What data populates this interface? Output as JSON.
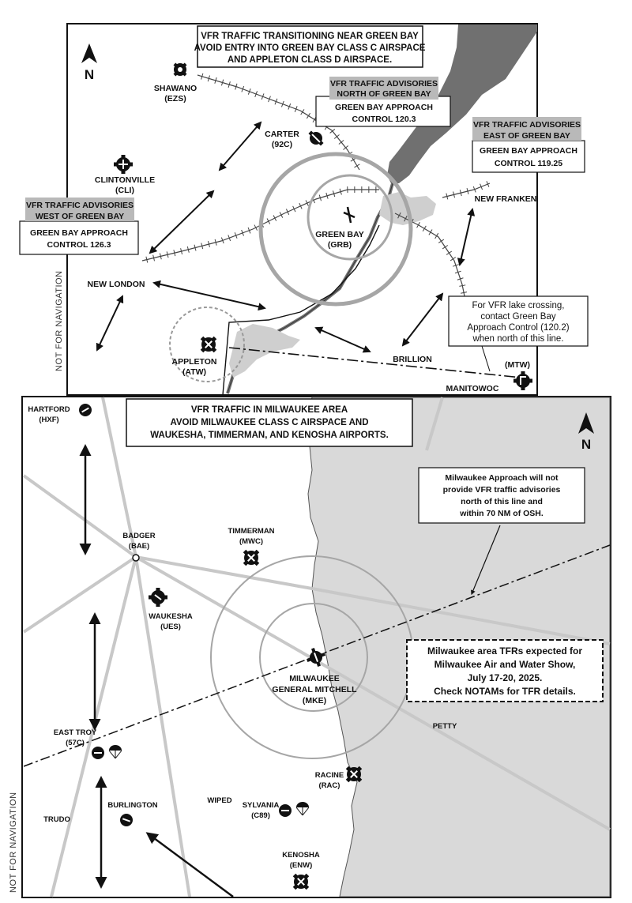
{
  "top_map": {
    "title_lines": [
      "VFR TRAFFIC TRANSITIONING NEAR GREEN BAY",
      "AVOID ENTRY INTO GREEN BAY CLASS C AIRSPACE",
      "AND APPLETON CLASS D AIRSPACE."
    ],
    "north_label": "N",
    "not_for_navigation": "NOT FOR NAVIGATION",
    "advisory_north": {
      "header": [
        "VFR TRAFFIC ADVISORIES",
        "NORTH  OF GREEN BAY"
      ],
      "body": [
        "GREEN BAY APPROACH",
        "CONTROL 120.3"
      ]
    },
    "advisory_east": {
      "header": [
        "VFR TRAFFIC ADVISORIES",
        "EAST OF GREEN BAY"
      ],
      "body": [
        "GREEN BAY APPROACH",
        "CONTROL 119.25"
      ]
    },
    "advisory_west": {
      "header": [
        "VFR TRAFFIC ADVISORIES",
        "WEST OF GREEN BAY"
      ],
      "body": [
        "GREEN BAY APPROACH",
        "CONTROL 126.3"
      ]
    },
    "lake_note": [
      "For VFR lake crossing,",
      "contact Green Bay",
      "Approach Control (120.2)",
      "when north of this line."
    ],
    "places": {
      "shawano": [
        "SHAWANO",
        "(EZS)"
      ],
      "carter": [
        "CARTER",
        "(92C)"
      ],
      "clintonville": [
        "CLINTONVILLE",
        "(CLI)"
      ],
      "green_bay": [
        "GREEN BAY",
        "(GRB)"
      ],
      "new_franken": "NEW FRANKEN",
      "new_london": "NEW LONDON",
      "appleton": [
        "APPLETON",
        "(ATW)"
      ],
      "brillion": "BRILLION",
      "manitowoc": "MANITOWOC",
      "mtw": "(MTW)"
    }
  },
  "bottom_map": {
    "title_lines": [
      "VFR TRAFFIC IN MILWAUKEE AREA",
      "AVOID MILWAUKEE CLASS C AIRSPACE AND",
      "WAUKESHA, TIMMERMAN, AND KENOSHA AIRPORTS."
    ],
    "north_label": "N",
    "not_for_navigation": "NOT FOR NAVIGATION",
    "approach_note": [
      "Milwaukee Approach will not",
      "provide VFR traffic advisories",
      "north of this line and",
      "within 70 NM of OSH."
    ],
    "tfr_note": [
      "Milwaukee area TFRs expected for",
      "Milwaukee Air and Water Show,",
      "July 17-20, 2025.",
      "Check NOTAMs for TFR details."
    ],
    "places": {
      "hartford": [
        "HARTFORD",
        "(HXF)"
      ],
      "badger": [
        "BADGER",
        "(BAE)"
      ],
      "timmerman": [
        "TIMMERMAN",
        "(MWC)"
      ],
      "waukesha": [
        "WAUKESHA",
        "(UES)"
      ],
      "milwaukee": [
        "MILWAUKEE",
        "GENERAL MITCHELL",
        "(MKE)"
      ],
      "east_troy": [
        "EAST TROY",
        "(57C)"
      ],
      "petty": "PETTY",
      "racine": [
        "RACINE",
        "(RAC)"
      ],
      "trudo": "TRUDO",
      "burlington": "BURLINGTON",
      "wiped": "WIPED",
      "sylvania": [
        "SYLVANIA",
        "(C89)"
      ],
      "kenosha": [
        "KENOSHA",
        "(ENW)"
      ]
    }
  },
  "colors": {
    "water": "#707070",
    "lake_michigan": "#d9d9d9",
    "airspace_ring": "#a6a6a6",
    "route_line": "#c8c8c8",
    "ink": "#111111"
  }
}
